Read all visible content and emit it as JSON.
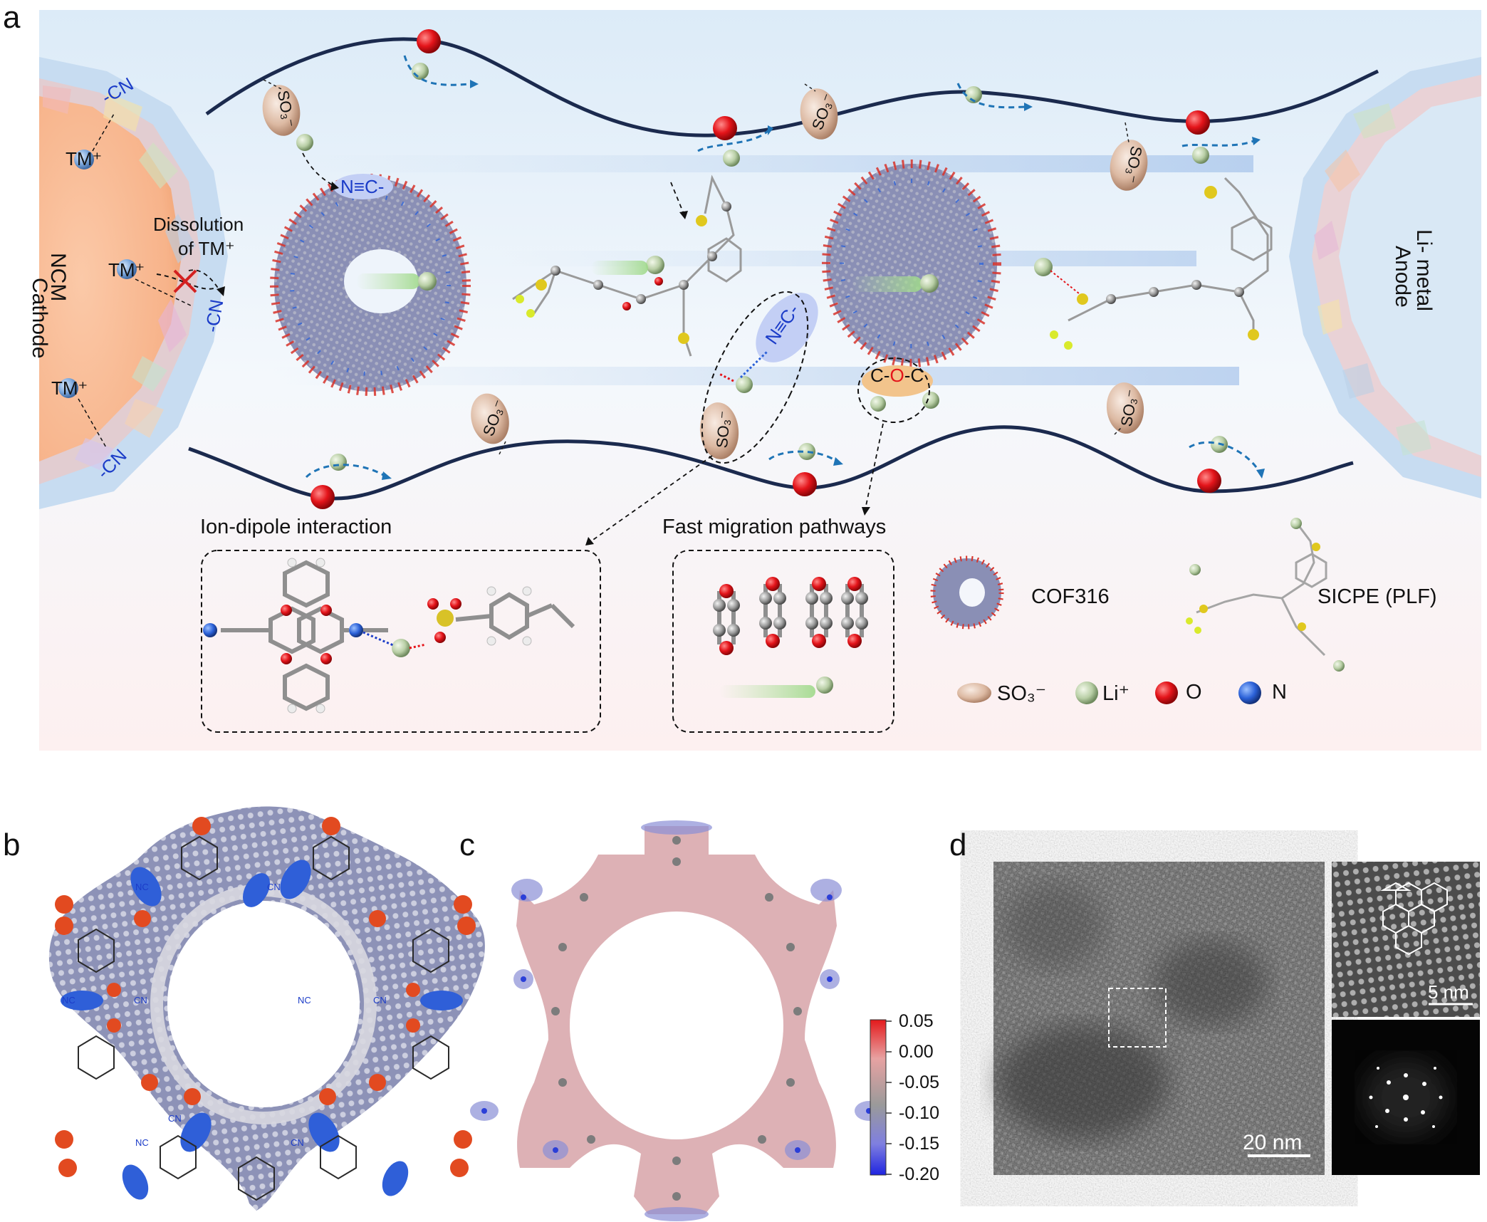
{
  "panels": {
    "a": "a",
    "b": "b",
    "c": "c",
    "d": "d"
  },
  "cathode": {
    "line1": "Cathode",
    "line2": "NCM"
  },
  "anode": {
    "line1": "Li- metal",
    "line2": "Anode"
  },
  "dissolution": {
    "line1": "Dissolution",
    "line2": "of TM⁺"
  },
  "tm_label": "TM⁺",
  "cn_label": "-CN",
  "nitrile_label": "N≡C-",
  "so3_label": "SO₃⁻",
  "coc_label": {
    "c1": "C",
    "o": "O",
    "c2": "C"
  },
  "interaction_boxes": {
    "ion_dipole": "Ion-dipole interaction",
    "fast_migration": "Fast migration pathways"
  },
  "legend": {
    "cof": "COF316",
    "sicpe": "SICPE (PLF)",
    "so3": "SO₃⁻",
    "li": "Li⁺",
    "o": "O",
    "n": "N"
  },
  "panel_b": {
    "nc": "NC",
    "cn": "CN"
  },
  "colorbar": {
    "ticks": [
      "0.05",
      "0.00",
      "-0.05",
      "-0.10",
      "-0.15",
      "-0.20"
    ],
    "max_color": "#e41a1c",
    "mid_color": "#9a9a9a",
    "min_color": "#1f24e0"
  },
  "tem": {
    "scale_main": "20 nm",
    "scale_inset": "5 nm"
  },
  "colors": {
    "li": "#b9cfa6",
    "oxygen": "#e4141a",
    "nitrogen": "#2b61d8",
    "chain": "#1b2a4e",
    "so3": "#dcb9a2",
    "arrow": "#1f74b6"
  }
}
